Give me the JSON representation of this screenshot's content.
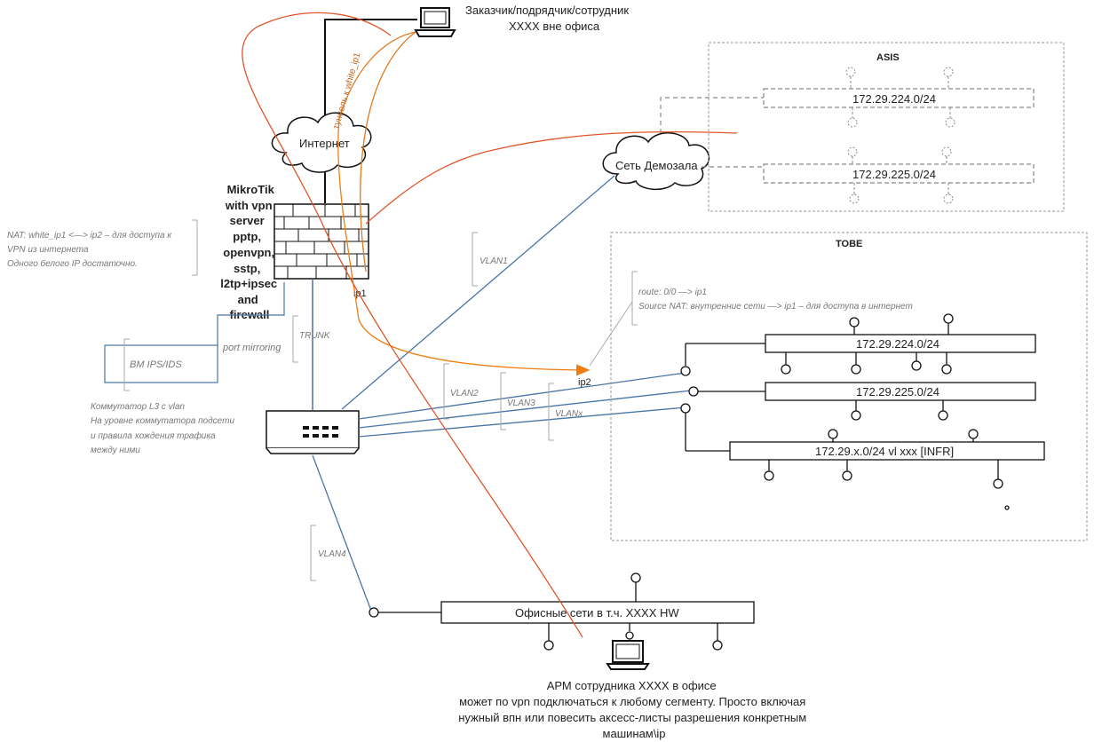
{
  "remote": {
    "title_line1": "Заказчик/подрядчик/сотрудник",
    "title_line2": "XXXX вне офиса"
  },
  "tunnel_label": "туннель к white_ip1",
  "internet_label": "Интернет",
  "demo_label": "Сеть Демозала",
  "mikrotik": {
    "lines": [
      "MikroTik",
      "with vpn",
      "server",
      "pptp,",
      "openvpn,",
      "sstp,",
      "l2tp+ipsec",
      "and",
      "firewall"
    ],
    "ip1_label": "ip1",
    "ip2_label": "ip2"
  },
  "nat_note": {
    "line1": "NAT: white_ip1 <—> ip2 – для доступа к",
    "line2": "VPN из интернета",
    "line3": "Одного белого IP достаточно."
  },
  "asis": {
    "title": "ASIS",
    "net1": "172.29.224.0/24",
    "net2": "172.29.225.0/24"
  },
  "tobe": {
    "title": "TOBE",
    "route_note": "route: 0/0 —> ip1",
    "snat_note": "Source NAT: внутренние сети —> ip1 – для доступа в интернет",
    "net1": "172.29.224.0/24",
    "net2": "172.29.225.0/24",
    "net3": "172.29.x.0/24 vl xxx [INFR]"
  },
  "vlan_labels": {
    "vlan1": "VLAN1",
    "vlan2": "VLAN2",
    "vlan3": "VLAN3",
    "vlanx": "VLANx",
    "vlan4": "VLAN4",
    "trunk": "TRUNK"
  },
  "ips": {
    "box_label": "ВМ IPS/IDS",
    "mirror_label": "port mirroring"
  },
  "switch_note": {
    "line1": "Коммутатор L3 с vlan",
    "line2": "На уровне коммутатора подсети",
    "line3": "и правила хождения трафика",
    "line4": "между ними"
  },
  "office": {
    "net_label": "Офисные сети в т.ч. XXXX HW",
    "arm_line1": "АРМ сотрудника XXXX в офисе",
    "arm_line2": "может по vpn подключаться к любому сегменту. Просто включая",
    "arm_line3": "нужный впн или повесить аксесс-листы разрешения конкретным",
    "arm_line4": "машинам\\ip"
  },
  "colors": {
    "line_blue": "#4a74a8",
    "tunnel_orange": "#e07a1f",
    "path_red": "#e0552a",
    "dashed_gray": "#9a9a9a",
    "black": "#111111"
  }
}
